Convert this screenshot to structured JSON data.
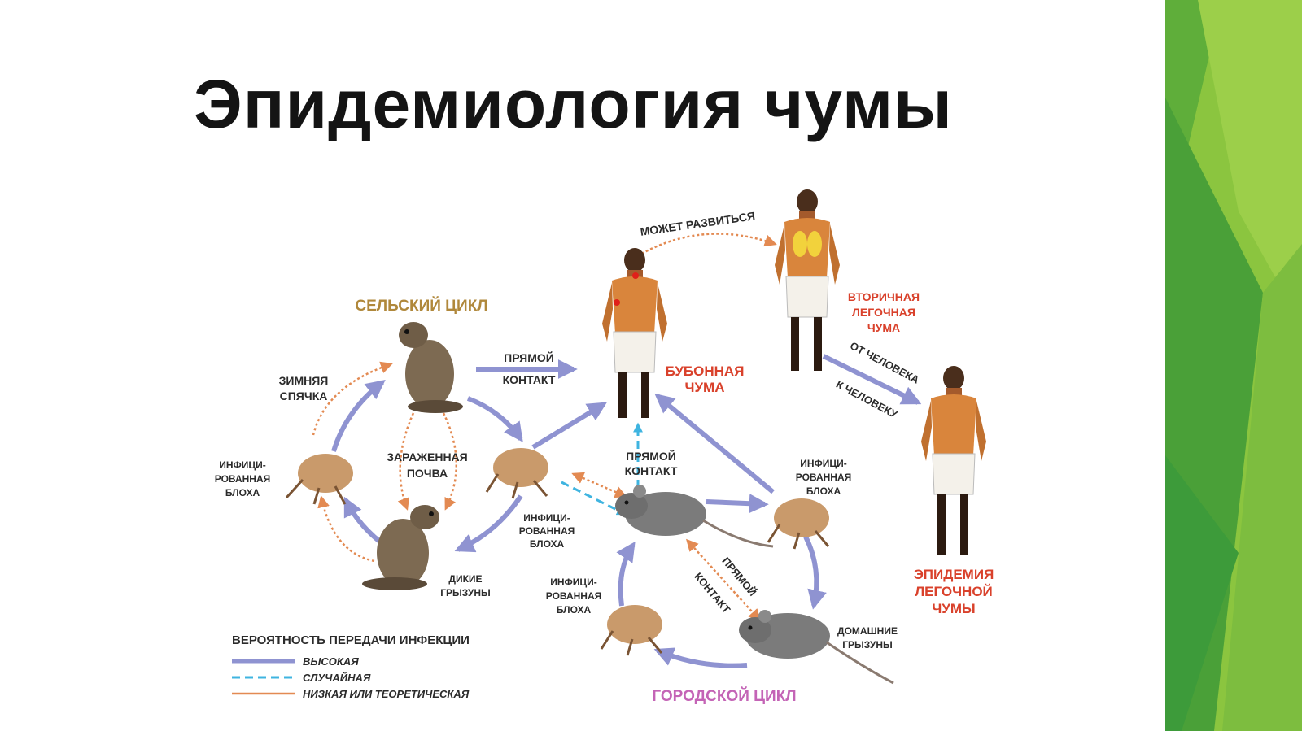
{
  "title": "Эпидемиология чумы",
  "colors": {
    "arrow_high": "#8f93d1",
    "arrow_random": "#3fb4e0",
    "arrow_low": "#e38a52",
    "cycle_rural": "#b0883b",
    "red_label": "#d9412b",
    "cycle_urban": "#c464b6",
    "text_dark": "#2b2b2b",
    "green_light": "#8bc53f",
    "green_dark": "#3d9b3a"
  },
  "labels": {
    "rural_cycle": "СЕЛЬСКИЙ ЦИКЛ",
    "urban_cycle": "ГОРОДСКОЙ ЦИКЛ",
    "may_develop": "МОЖЕТ РАЗВИТЬСЯ",
    "bubonic_1": "БУБОННАЯ",
    "bubonic_2": "ЧУМА",
    "secondary_1": "ВТОРИЧНАЯ",
    "secondary_2": "ЛЕГОЧНАЯ",
    "secondary_3": "ЧУМА",
    "epidemic_1": "ЭПИДЕМИЯ",
    "epidemic_2": "ЛЕГОЧНОЙ",
    "epidemic_3": "ЧУМЫ",
    "from_human": "ОТ ЧЕЛОВЕКА",
    "to_human": "К ЧЕЛОВЕКУ",
    "direct_1": "ПРЯМОЙ",
    "direct_2": "КОНТАКТ",
    "direct_b1": "ПРЯМОЙ",
    "direct_b2": "КОНТАКТ",
    "direct_c1": "ПРЯМОЙ",
    "direct_c2": "КОНТАКТ",
    "hibernation_1": "ЗИМНЯЯ",
    "hibernation_2": "СПЯЧКА",
    "soil_1": "ЗАРАЖЕННАЯ",
    "soil_2": "ПОЧВА",
    "flea_a1": "ИНФИЦИ-",
    "flea_a2": "РОВАННАЯ",
    "flea_a3": "БЛОХА",
    "flea_b1": "ИНФИЦИ-",
    "flea_b2": "РОВАННАЯ",
    "flea_b3": "БЛОХА",
    "flea_c1": "ИНФИЦИ-",
    "flea_c2": "РОВАННАЯ",
    "flea_c3": "БЛОХА",
    "flea_d1": "ИНФИЦИ-",
    "flea_d2": "РОВАННАЯ",
    "flea_d3": "БЛОХА",
    "wild_1": "ДИКИЕ",
    "wild_2": "ГРЫЗУНЫ",
    "domestic_1": "ДОМАШНИЕ",
    "domestic_2": "ГРЫЗУНЫ"
  },
  "legend": {
    "title": "ВЕРОЯТНОСТЬ ПЕРЕДАЧИ ИНФЕКЦИИ",
    "high": "ВЫСОКАЯ",
    "random": "СЛУЧАЙНАЯ",
    "low": "НИЗКАЯ ИЛИ ТЕОРЕТИЧЕСКАЯ"
  }
}
